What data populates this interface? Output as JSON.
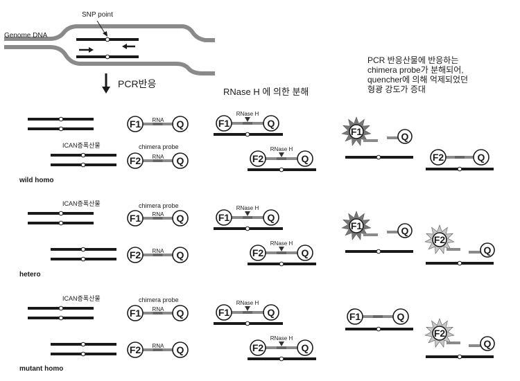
{
  "genome_label": "Genome DNA",
  "snp_label": "SNP point",
  "pcr_label": "PCR반응",
  "rnase_header": "RNase H 에 의한 분해",
  "result_desc": [
    "PCR 반응산물에 반응하는",
    "chimera probe가 분해되어,",
    "quencher에 의해 억제되었던",
    "형광 강도가 증대"
  ],
  "ican_label": "ICAN증폭산물",
  "chimera_label": "chimera probe",
  "rna_label": "RNA",
  "rnaseh_label": "RNase H",
  "f1": "F1",
  "f2": "F2",
  "q": "Q",
  "rows": [
    {
      "title": "wild homo"
    },
    {
      "title": "hetero"
    },
    {
      "title": "mutant homo"
    }
  ],
  "colors": {
    "dark": "#1a1a1a",
    "grey": "#8a8a8a",
    "light": "#bdbdbd",
    "burst_dark": "#777777",
    "burst_light": "#c8c8c8"
  }
}
